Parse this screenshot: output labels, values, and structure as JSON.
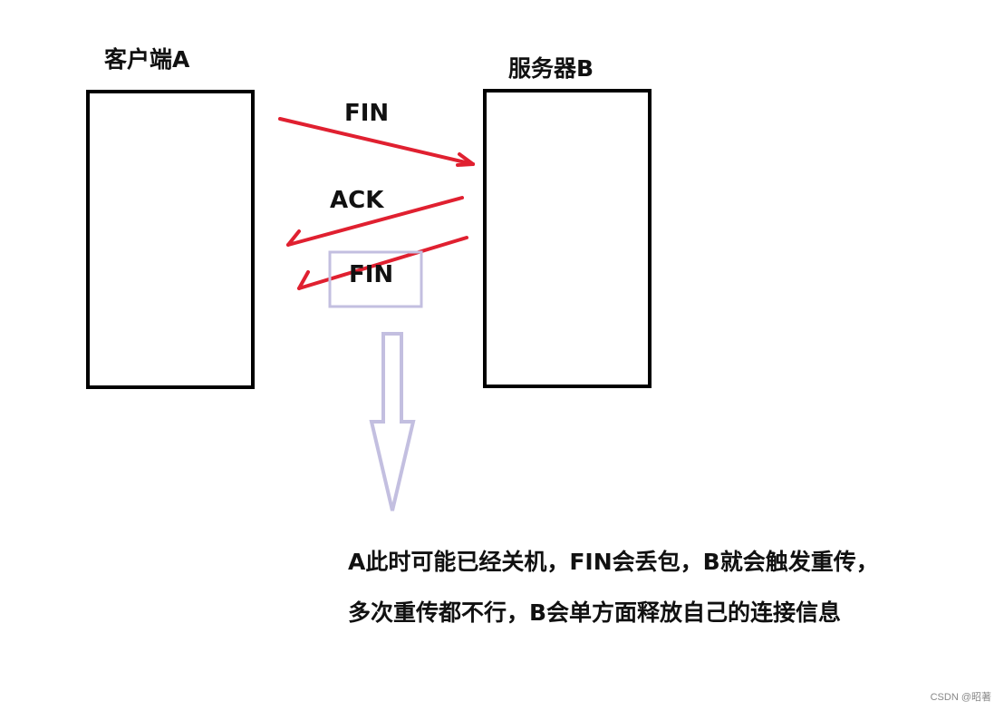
{
  "labels": {
    "client": "客户端A",
    "server": "服务器B",
    "fin_first": "FIN",
    "ack": "ACK",
    "fin_second": "FIN"
  },
  "note": "A此时可能已经关机，FIN会丢包，B就会触发重传，多次重传都不行，B会单方面释放自己的连接信息",
  "watermark": "CSDN @昭著",
  "colors": {
    "arrow": "#e02030",
    "highlight": "#c3bfe0",
    "box": "#000000"
  }
}
